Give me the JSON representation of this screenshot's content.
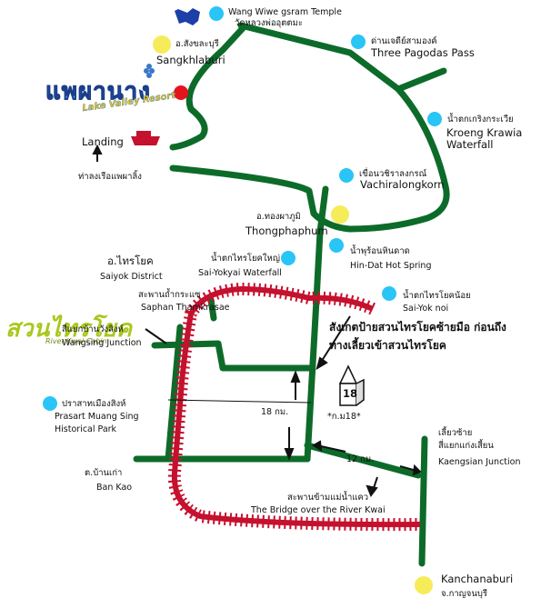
{
  "colors": {
    "road": "#0d6b2a",
    "railway": "#c5102e",
    "railway_tie": "#8a0b1f",
    "attraction_dot": "#29c5f6",
    "town_dot": "#f6ec5a",
    "resort_dot": "#e4141c"
  },
  "logos": {
    "resort_logo_text": "แพผานาง",
    "resort_logo_sub": "Lake Valley Resort",
    "cabin_logo_text": "สวนไทรโยค",
    "cabin_logo_sub": "River Kwai Cabin"
  },
  "labels": {
    "wang_wiwe_en": "Wang Wiwe gsram Temple",
    "wang_wiwe_th": "วัดหลวงพ่ออุตตมะ",
    "sangkhla_th": "อ.สังขละบุรี",
    "sangkhla_en": "Sangkhlaburi",
    "three_pagodas_th": "ด่านเจดีย์สามองค์",
    "three_pagodas_en": "Three Pagodas Pass",
    "landing_en": "Landing",
    "landing_th": "ท่าลงเรือแพผาลิ้ง",
    "kroeng_th": "น้ำตกเกริงกระเวีย",
    "kroeng_en1": "Kroeng Krawia",
    "kroeng_en2": "Waterfall",
    "vachiralongkorn_th": "เขื่อนวชิราลงกรณ์",
    "vachiralongkorn_en": "Vachiralongkorn",
    "thongphaphum_th": "อ.ทองผาภูมิ",
    "thongphaphum_en": "Thongphaphum",
    "saiyok_district_th": "อ.ไทรโยค",
    "saiyok_district_en": "Saiyok District",
    "saiyokyai_th": "น้ำตกไทรโยคใหญ่",
    "saiyokyai_en": "Sai-Yokyai Waterfall",
    "hindat_th": "น้ำพุร้อนหินดาด",
    "hindat_en": "Hin-Dat Hot Spring",
    "saphan_th": "สะพานถ้ำกระแซ",
    "saphan_en": "Saphan Thamkrasae",
    "saiyoknoi_th": "น้ำตกไทรโยคน้อย",
    "saiyoknoi_en": "Sai-Yok noi",
    "note_line1": "สังเกตป้ายสวนไทรโยคซ้ายมือ ก่อนถึง",
    "note_line2": "ทางเลี้ยวเข้าสวนไทรโยค",
    "wangsing_th": "สี่แยกบ้านวังสิงห์",
    "wangsing_en": "Wangsing Junction",
    "muangsing_th": "ปราสาทเมืองสิงห์",
    "muangsing_en1": "Prasart Muang Sing",
    "muangsing_en2": "Historical Park",
    "km18": "18 กม.",
    "km_marker_num": "18",
    "km_marker_label": "*ก.ม18*",
    "km12": "12 กม.",
    "kaengsian_th1": "เลี้ยวซ้าย",
    "kaengsian_th2": "สี่แยกแก่งเสี้ยน",
    "kaengsian_en": "Kaengsian Junction",
    "bankao_th": "ต.บ้านเก่า",
    "bankao_en": "Ban Kao",
    "bridge_th": "สะพานข้ามแม่น้ำแคว",
    "bridge_en": "The Bridge over the River Kwai",
    "kanchanaburi_en": "Kanchanaburi",
    "kanchanaburi_th": "จ.กาญจนบุรี"
  }
}
